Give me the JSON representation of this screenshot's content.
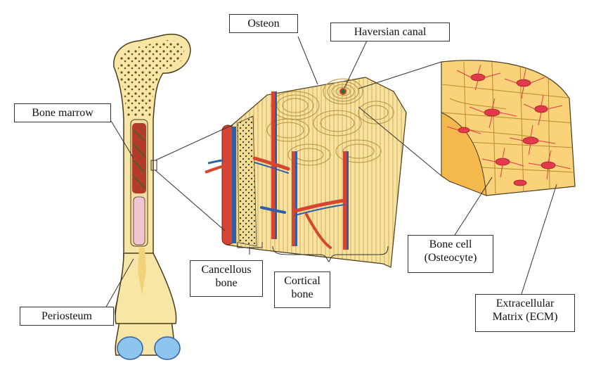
{
  "labels": {
    "osteon": "Osteon",
    "haversian_canal": "Haversian canal",
    "bone_marrow": "Bone marrow",
    "cancellous_bone_line1": "Cancellous",
    "cancellous_bone_line2": "bone",
    "cortical_bone_line1": "Cortical",
    "cortical_bone_line2": "bone",
    "bone_cell_line1": "Bone cell",
    "bone_cell_line2": "(Osteocyte)",
    "periosteum": "Periosteum",
    "ecm_line1": "Extracellular",
    "ecm_line2": "Matrix (ECM)"
  },
  "colors": {
    "bone_fill": "#f7e6a6",
    "bone_dark": "#d9b55a",
    "marrow_red": "#c0392b",
    "artery_red": "#d64532",
    "vein_blue": "#2f5fa8",
    "cartilage_blue": "#8ec5ee",
    "marrow_pink": "#f2c4d4",
    "cell_red": "#e23a4a",
    "outline": "#4a3b1c",
    "leader": "#333333"
  }
}
